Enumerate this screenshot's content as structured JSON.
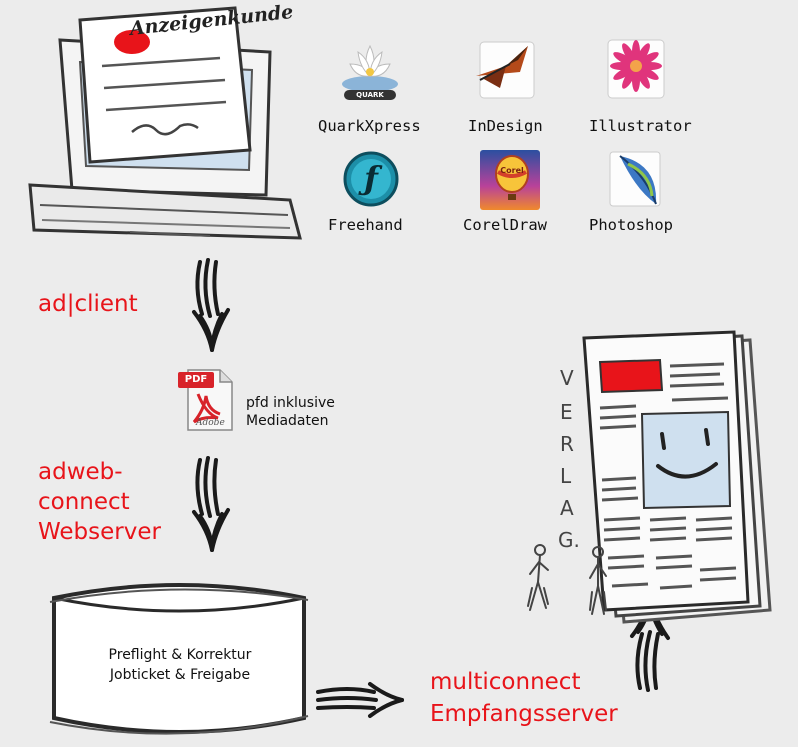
{
  "client_label": "Anzeigenkunde",
  "applications": [
    {
      "name": "QuarkXpress",
      "icon": "quark-flower-icon",
      "badge": "QUARK"
    },
    {
      "name": "InDesign",
      "icon": "indesign-butterfly-icon"
    },
    {
      "name": "Illustrator",
      "icon": "illustrator-flower-icon"
    },
    {
      "name": "Freehand",
      "icon": "freehand-icon",
      "glyph": "ƒ"
    },
    {
      "name": "CorelDraw",
      "icon": "coreldraw-balloon-icon",
      "badge": "Corel"
    },
    {
      "name": "Photoshop",
      "icon": "photoshop-feather-icon"
    }
  ],
  "steps": {
    "ad_client": "ad|client",
    "pdf_badge": "PDF",
    "pdf_brand": "Adobe",
    "pdf_caption_line1": "pfd inklusive",
    "pdf_caption_line2": "Mediadaten",
    "adweb_line1": "adweb-",
    "adweb_line2": "connect",
    "adweb_line3": "Webserver",
    "server_line1": "Preflight & Korrektur",
    "server_line2": "Jobticket & Freigabe",
    "multi_line1": "multiconnect",
    "multi_line2": "Empfangsserver"
  },
  "publisher_letters": [
    "V",
    "E",
    "R",
    "L",
    "A",
    "G."
  ],
  "colors": {
    "accent_red": "#e8141a",
    "newspaper_blue": "#cfe0ef",
    "background": "#ececec"
  }
}
